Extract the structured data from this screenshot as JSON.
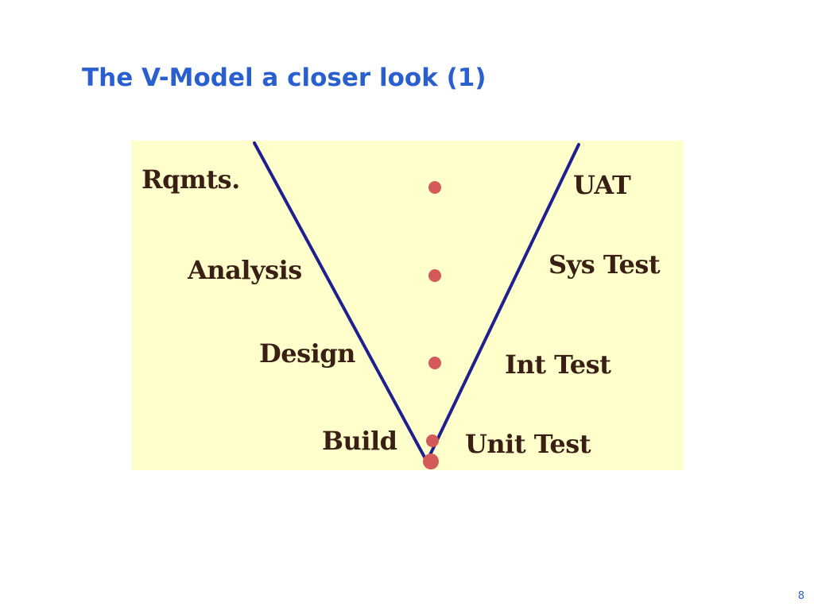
{
  "slide": {
    "title": "The V-Model a closer look (1)",
    "page_number": "8"
  },
  "diagram": {
    "colors": {
      "background": "#ffffcc",
      "v_line": "#1f1f8f",
      "marker": "#d45a5a",
      "label_text": "#3a1f14"
    },
    "left_phases": [
      {
        "label": "Rqmts."
      },
      {
        "label": "Analysis"
      },
      {
        "label": "Design"
      },
      {
        "label": "Build"
      }
    ],
    "right_phases": [
      {
        "label": "UAT"
      },
      {
        "label": "Sys Test"
      },
      {
        "label": "Int Test"
      },
      {
        "label": "Unit Test"
      }
    ]
  }
}
